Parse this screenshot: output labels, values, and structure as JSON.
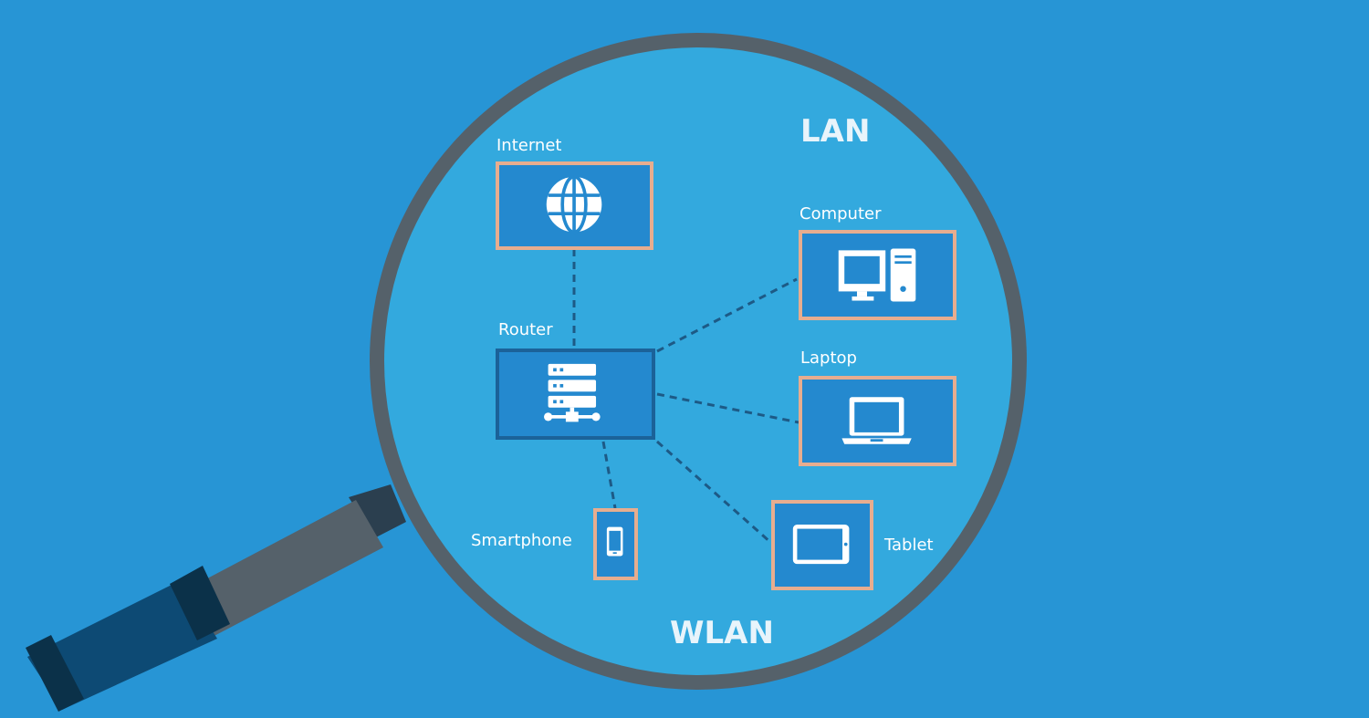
{
  "zones": {
    "lan": "LAN",
    "wlan": "WLAN"
  },
  "nodes": {
    "internet": {
      "label": "Internet",
      "icon": "globe-icon"
    },
    "router": {
      "label": "Router",
      "icon": "server-icon"
    },
    "computer": {
      "label": "Computer",
      "icon": "desktop-computer-icon"
    },
    "laptop": {
      "label": "Laptop",
      "icon": "laptop-icon"
    },
    "tablet": {
      "label": "Tablet",
      "icon": "tablet-icon"
    },
    "smartphone": {
      "label": "Smartphone",
      "icon": "smartphone-icon"
    }
  },
  "colors": {
    "background": "#2795d5",
    "lens": "#33a9de",
    "frame": "#55616a",
    "handle": "#0d4a74",
    "node_border": "#e7ad8f",
    "router_border": "#1b6299",
    "connector": "#1d5a86"
  }
}
